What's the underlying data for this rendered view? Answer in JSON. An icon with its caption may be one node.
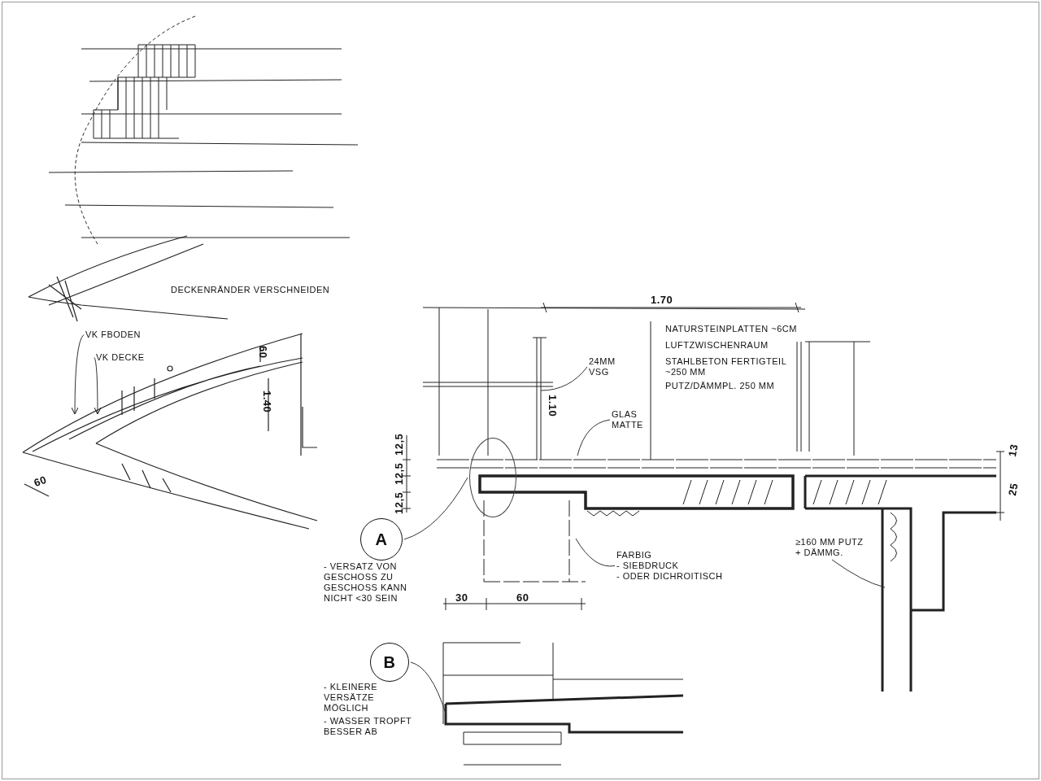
{
  "diagram": {
    "nodes": [
      {
        "text": [
          "A"
        ]
      },
      {
        "text": [],
        "shape": "circle"
      },
      {
        "text": [
          "B"
        ]
      },
      {
        "text": [
          "24MM VSG"
        ]
      },
      {
        "text": [
          "GLAS MATTE"
        ]
      },
      {
        "text": [
          "FARBIG",
          "- SIEBDRUCK",
          "- ODER DICHROITISCH"
        ]
      },
      {
        "text": [
          "≥160 MM PUTZ + DÄMMG."
        ]
      },
      {
        "text": [
          "VK FBODEN"
        ]
      },
      {
        "text": [
          "VK DECKE"
        ]
      }
    ],
    "edges": [
      {
        "from": 0,
        "to": 1,
        "arrow": "none"
      },
      {
        "from": 2,
        "to": null,
        "arrow": "none"
      },
      {
        "from": 3,
        "to": null,
        "arrow": "none"
      },
      {
        "from": 4,
        "to": null,
        "arrow": "none"
      },
      {
        "from": 5,
        "to": null,
        "arrow": "none"
      },
      {
        "from": 6,
        "to": null,
        "arrow": "none"
      },
      {
        "from": 7,
        "to": null,
        "arrow": "to"
      },
      {
        "from": 8,
        "to": null,
        "arrow": "to"
      }
    ],
    "labels": [
      "DECKENRÄNDER VERSCHNEIDEN",
      "60",
      "1.40",
      "60",
      "1.70",
      "1.10",
      "NATURSTEINPLATTEN ~6CM",
      "LUFTZWISCHENRAUM",
      "STAHLBETON FERTIGTEIL ~250 MM",
      "PUTZ/DÄMMPL. 250 MM",
      "12,5",
      "12,5",
      "12,5",
      "25",
      "13",
      "- VERSATZ VON GESCHOSS ZU GESCHOSS KANN NICHT <30 SEIN",
      "30",
      "60",
      "- KLEINERE VERSÄTZE MÖGLICH",
      "- WASSER TROPFT BESSER AB"
    ]
  }
}
